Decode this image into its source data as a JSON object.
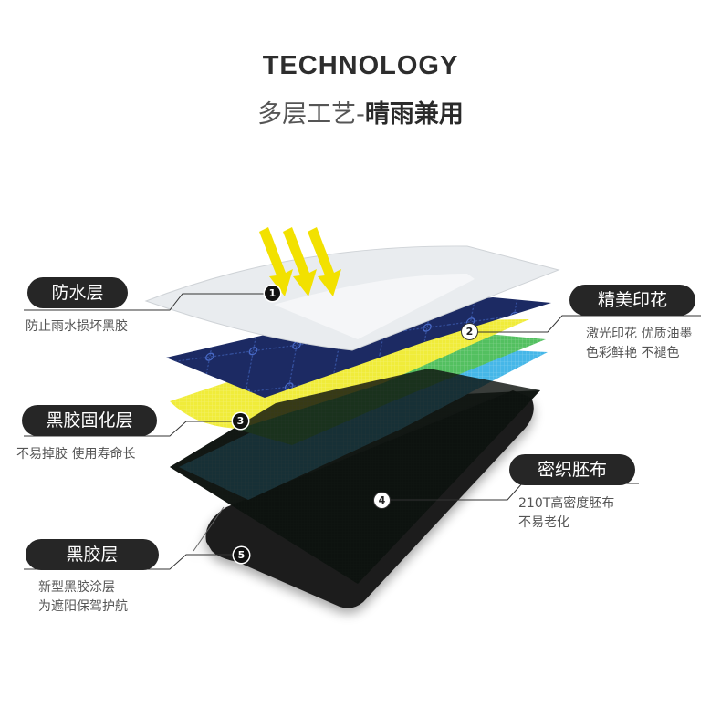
{
  "header": {
    "title": "TECHNOLOGY",
    "subtitle_light": "多层工艺-",
    "subtitle_bold": "晴雨兼用"
  },
  "layers": [
    {
      "number": "1",
      "label": "防水层",
      "desc": [
        "防止雨水损坏黑胶"
      ]
    },
    {
      "number": "2",
      "label": "精美印花",
      "desc": [
        "激光印花  优质油墨",
        "色彩鲜艳   不褪色"
      ]
    },
    {
      "number": "3",
      "label": "黑胶固化层",
      "desc": [
        "不易掉胶  使用寿命长"
      ]
    },
    {
      "number": "4",
      "label": "密织胚布",
      "desc": [
        "210T高密度胚布",
        "不易老化"
      ]
    },
    {
      "number": "5",
      "label": "黑胶层",
      "desc": [
        "新型黑胶涂层",
        "为遮阳保驾护航"
      ]
    }
  ],
  "colors": {
    "sun_arrow": "#f2e100",
    "waterproof_layer": "#e9ecef",
    "print_layer": "#1c2a63",
    "yellow_glue": "#f0ec3a",
    "green_glue": "#53c060",
    "blue_glue": "#46b7e8",
    "fabric_layer": "#0f1512",
    "black_layer": "#1c1c1c",
    "pill": "#262626"
  }
}
